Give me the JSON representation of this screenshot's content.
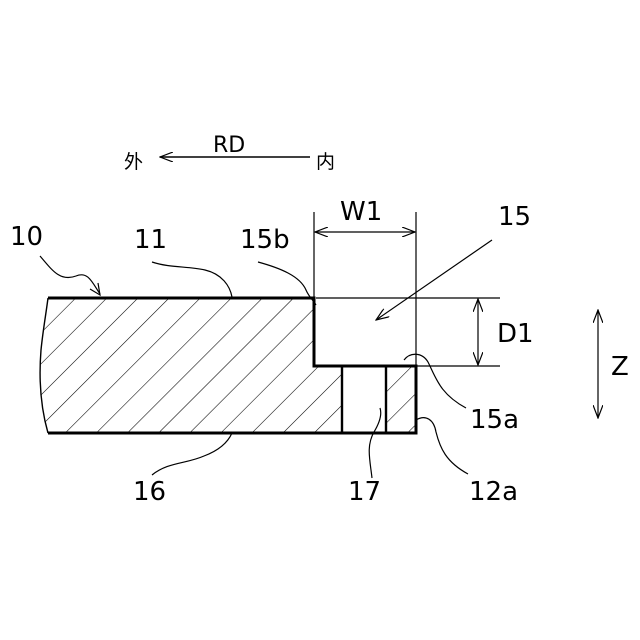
{
  "direction": {
    "outer": "外",
    "axis": "RD",
    "inner": "内"
  },
  "dimensions": {
    "width": "W1",
    "depth": "D1",
    "vertical_axis": "Z"
  },
  "labels": {
    "part": "10",
    "top_surface": "11",
    "step_wall": "15b",
    "notch": "15",
    "step_floor": "15a",
    "bottom_surface": "16",
    "hole": "17",
    "end_face": "12a"
  },
  "colors": {
    "ink": "#000000",
    "background": "#ffffff"
  }
}
